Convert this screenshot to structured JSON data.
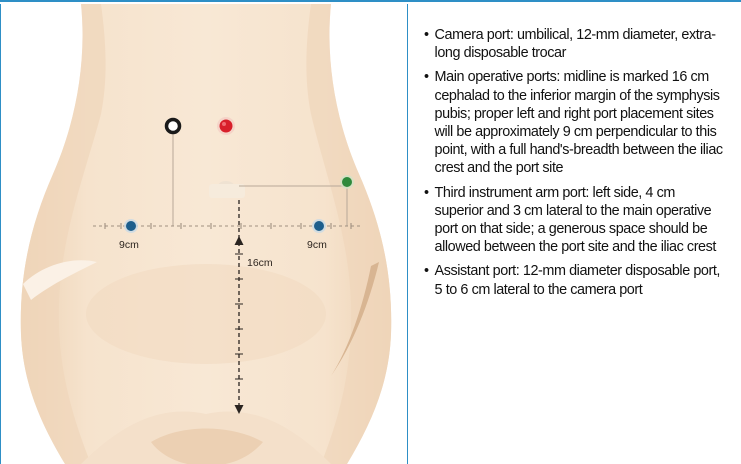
{
  "diagram": {
    "labels": {
      "left_distance": "9cm",
      "right_distance": "9cm",
      "vertical_distance": "16cm"
    },
    "colors": {
      "skin": "#f5e2cc",
      "skin_shadow": "#e9cdb0",
      "guide_line": "#b8a898",
      "camera_port": "#d81f2a",
      "assistant_port": "#1a1a1a",
      "main_ports": "#1d5e8c",
      "third_arm_port": "#2e8a3c",
      "frame": "#2e8fc6"
    },
    "ports": [
      {
        "role": "camera-port",
        "color": "#d81f2a"
      },
      {
        "role": "assistant-port",
        "color": "#1a1a1a"
      },
      {
        "role": "left-main-port",
        "color": "#1d5e8c"
      },
      {
        "role": "right-main-port",
        "color": "#1d5e8c"
      },
      {
        "role": "third-arm-port",
        "color": "#2e8a3c"
      }
    ]
  },
  "legend": [
    "Camera port: umbilical, 12-mm diameter, extra-long disposable trocar",
    "Main operative ports: midline is marked 16 cm cephalad to the inferior margin of the symphysis pubis; proper left and right port placement sites will be approximately 9 cm perpendicular to this point, with a full hand's-breadth between the iliac crest and the port site",
    "Third instrument arm port: left side, 4 cm superior and 3 cm lateral to the main operative port on that side; a generous space should be allowed between the port site and the iliac crest",
    "Assistant port: 12-mm diameter disposable port, 5 to 6 cm lateral to the camera port"
  ]
}
